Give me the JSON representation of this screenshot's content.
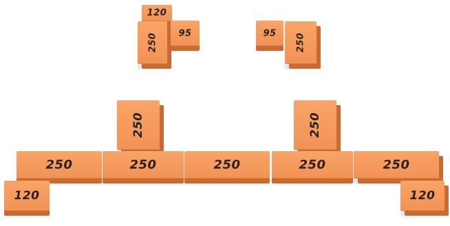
{
  "bricks": {
    "top_left": {
      "b120": "120",
      "b250": "250",
      "b95": "95"
    },
    "top_right": {
      "b95": "95",
      "b250": "250"
    },
    "bottom": {
      "left_upright": "250",
      "right_upright": "250",
      "row": [
        "250",
        "250",
        "250",
        "250",
        "250"
      ],
      "left_end": "120",
      "right_end": "120"
    }
  },
  "colors": {
    "brick_face": "#f39a5c",
    "brick_shadow": "#c86a34",
    "label_text": "#2c2118"
  }
}
